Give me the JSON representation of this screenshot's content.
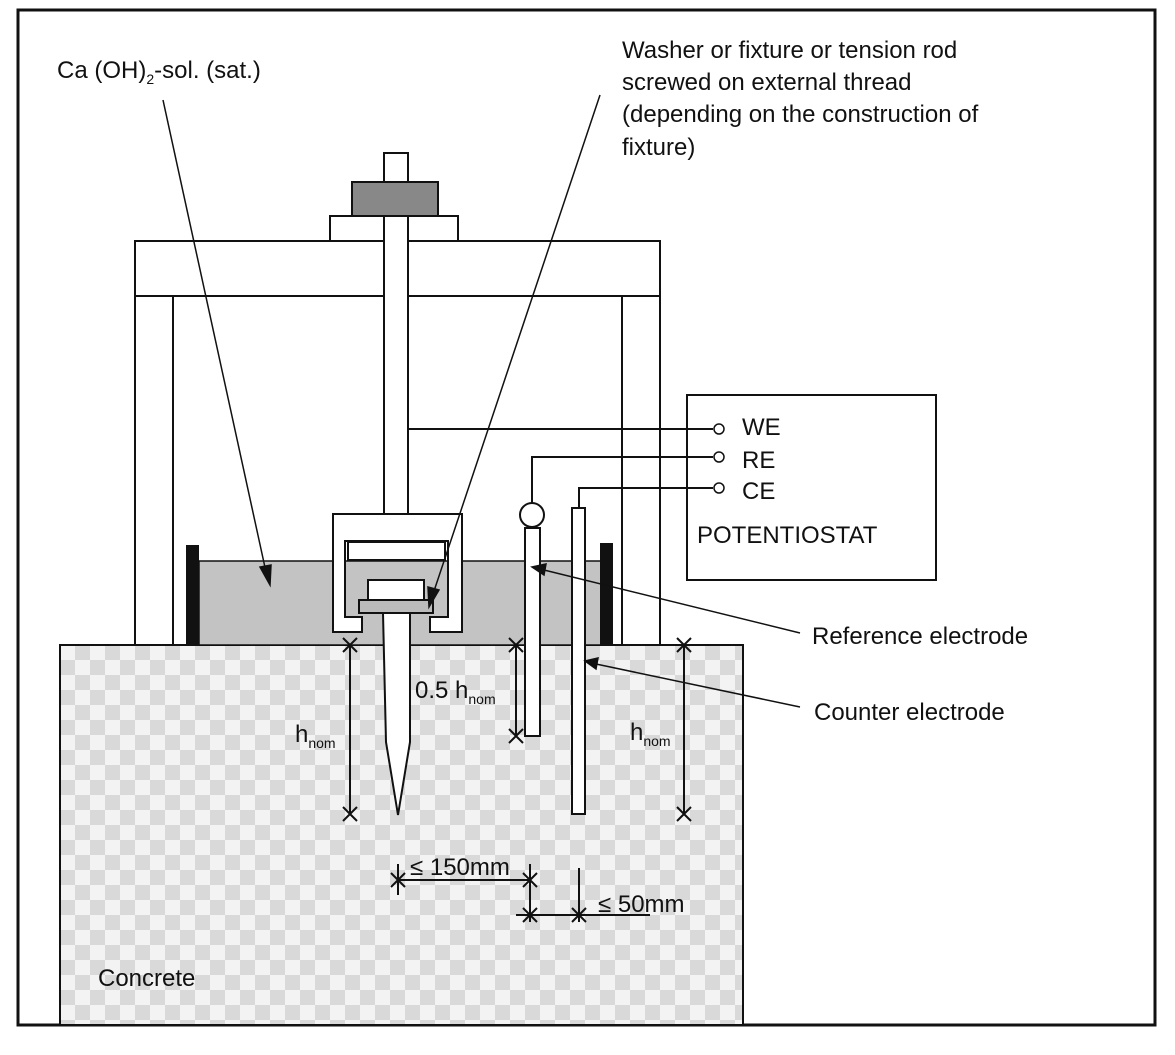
{
  "labels": {
    "solution": "Ca (OH)",
    "solution_sub": "2",
    "solution_rest": "-sol. (sat.)",
    "washer_line1": "Washer or fixture or tension rod",
    "washer_line2": "screwed on external thread",
    "washer_line3": "(depending on the construction of",
    "washer_line4": "fixture)",
    "we": "WE",
    "re": "RE",
    "ce": "CE",
    "potentiostat": "POTENTIOSTAT",
    "reference_electrode": "Reference electrode",
    "counter_electrode": "Counter electrode",
    "half_h": "0.5 h",
    "h": "h",
    "nom": "nom",
    "dist_150": "≤ 150mm",
    "dist_50": "≤ 50mm",
    "concrete": "Concrete"
  },
  "colors": {
    "line": "#111111",
    "solution_fill": "#c3c3c3",
    "nut_fill": "#888888",
    "checker_light": "#f3f3f3",
    "checker_dark": "#d9d9d9",
    "wall_fill": "#111111"
  }
}
